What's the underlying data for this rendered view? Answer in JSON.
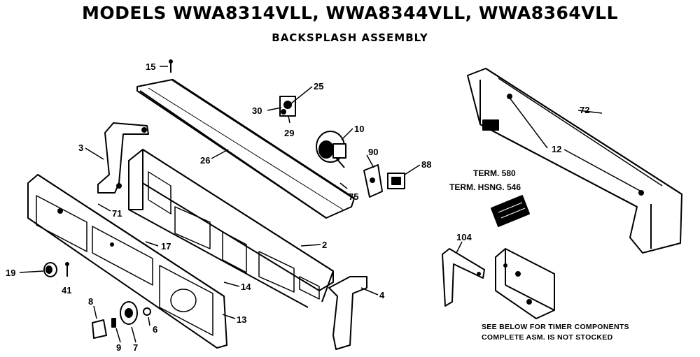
{
  "header": {
    "title": "MODELS WWA8314VLL, WWA8344VLL, WWA8364VLL",
    "subtitle": "BACKSPLASH ASSEMBLY"
  },
  "callouts": {
    "p15": "15",
    "p25": "25",
    "p30": "30",
    "p29": "29",
    "p10": "10",
    "p3": "3",
    "p26": "26",
    "p90": "90",
    "p88": "88",
    "p75": "75",
    "p71": "71",
    "p17": "17",
    "p2": "2",
    "p19": "19",
    "p41": "41",
    "p14": "14",
    "p4": "4",
    "p8": "8",
    "p13": "13",
    "p6": "6",
    "p9": "9",
    "p7": "7",
    "p72": "72",
    "p12": "12",
    "p104": "104"
  },
  "terminals": {
    "line1": "TERM. 580",
    "line2": "TERM. HSNG. 546"
  },
  "note": {
    "line1": "SEE BELOW FOR TIMER COMPONENTS",
    "line2": "COMPLETE ASM. IS NOT STOCKED"
  },
  "colors": {
    "ink": "#000000",
    "paper": "#ffffff"
  }
}
